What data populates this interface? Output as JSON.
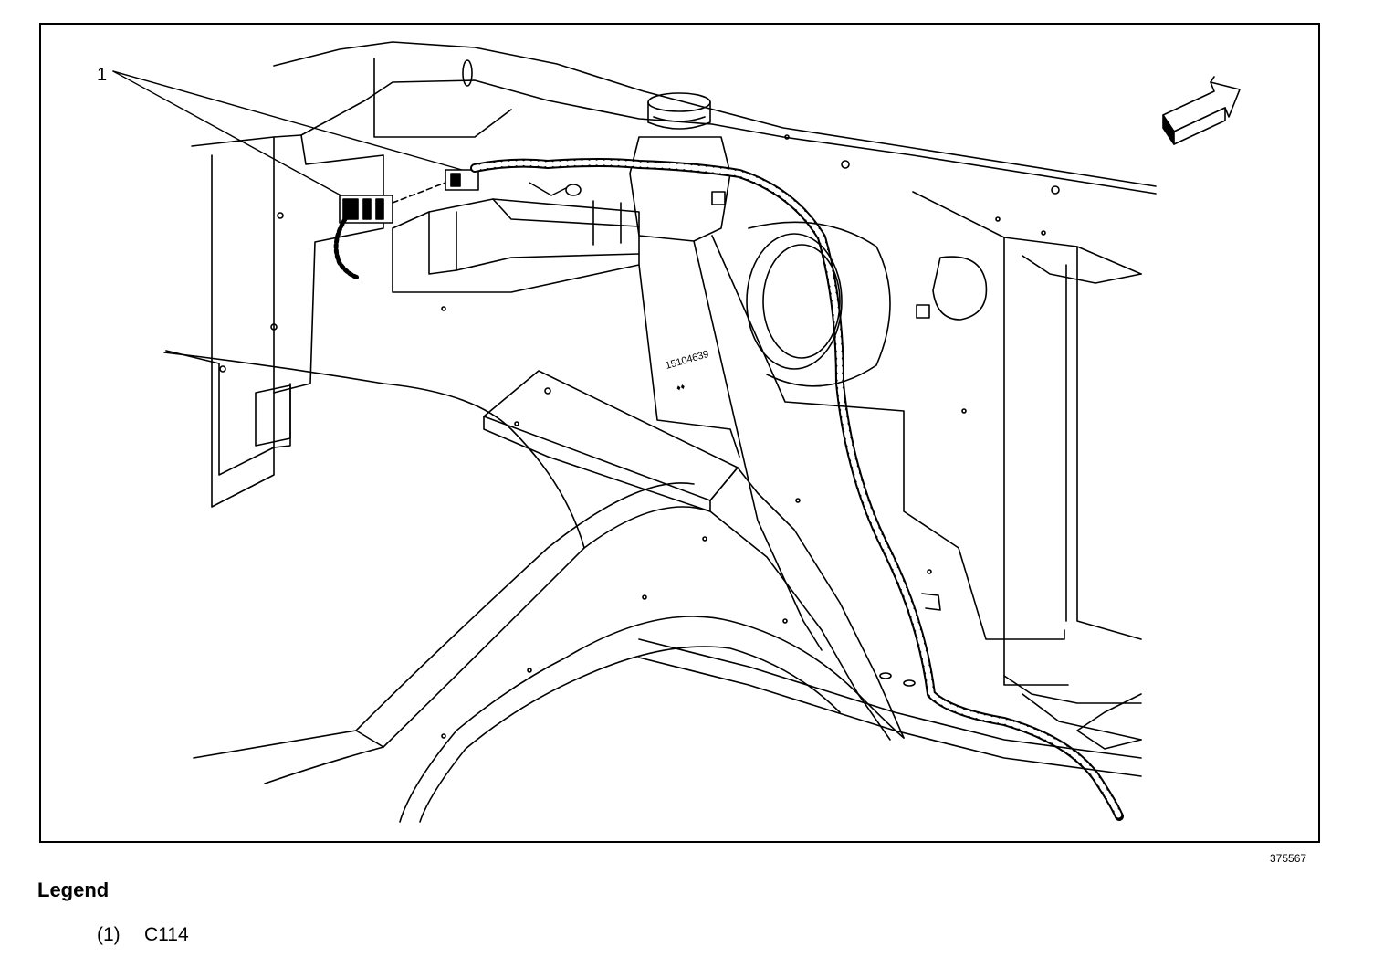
{
  "figure": {
    "callout_number": "1",
    "image_id": "375567",
    "part_stamp_1": "15104639",
    "part_stamp_2": "♦♦",
    "direction_arrow_icon": "forward-arrow-icon"
  },
  "legend": {
    "title": "Legend",
    "items": [
      {
        "number": "(1)",
        "label": "C114"
      }
    ]
  }
}
